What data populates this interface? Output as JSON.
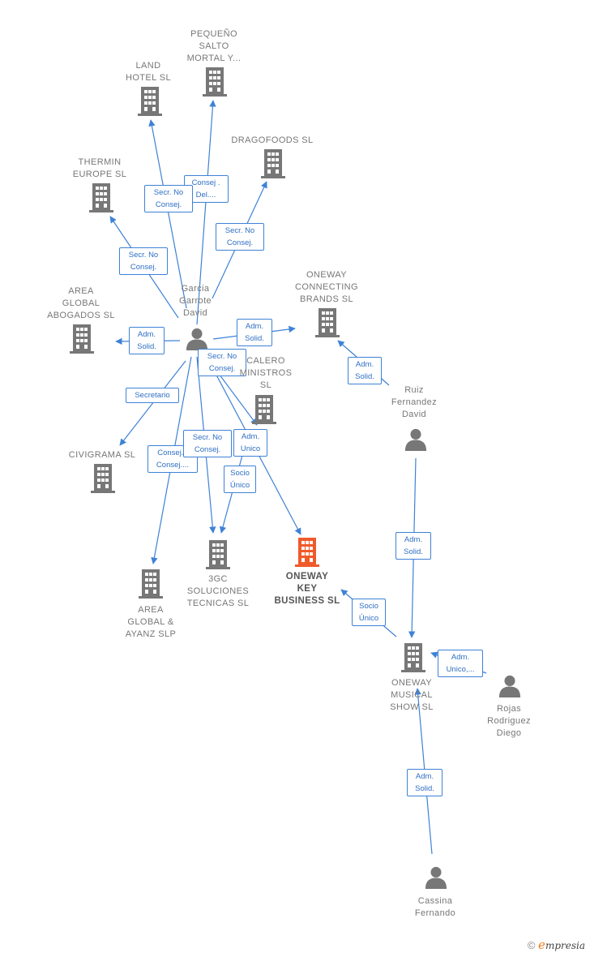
{
  "colors": {
    "company": "#777777",
    "focus_company": "#f05a2a",
    "person": "#777777",
    "edge": "#3e82d6",
    "label_text": "#2f6fc4"
  },
  "nodes": [
    {
      "id": "pequeno",
      "type": "company",
      "name": "PEQUEÑO\nSALTO\nMORTAL Y..."
    },
    {
      "id": "land",
      "type": "company",
      "name": "LAND\nHOTEL SL"
    },
    {
      "id": "dragofoods",
      "type": "company",
      "name": "DRAGOFOODS SL"
    },
    {
      "id": "thermin",
      "type": "company",
      "name": "THERMIN\nEUROPE  SL"
    },
    {
      "id": "area_abogados",
      "type": "company",
      "name": "AREA\nGLOBAL\nABOGADOS  SL"
    },
    {
      "id": "garcia",
      "type": "person",
      "name": "Garcia\nGarrote\nDavid"
    },
    {
      "id": "oneway_connecting",
      "type": "company",
      "name": "ONEWAY\nCONNECTING\nBRANDS  SL"
    },
    {
      "id": "calero",
      "type": "company",
      "name": "CALERO\nMINISTROS\nSL"
    },
    {
      "id": "ruiz",
      "type": "person",
      "name": "Ruiz\nFernandez\nDavid"
    },
    {
      "id": "civigrama",
      "type": "company",
      "name": "CIVIGRAMA  SL"
    },
    {
      "id": "3gc",
      "type": "company",
      "name": "3GC\nSOLUCIONES\nTECNICAS  SL"
    },
    {
      "id": "oneway_key",
      "type": "focus",
      "name": "ONEWAY\nKEY\nBUSINESS  SL"
    },
    {
      "id": "area_ayanz",
      "type": "company",
      "name": "AREA\nGLOBAL &\nAYANZ  SLP"
    },
    {
      "id": "oneway_musical",
      "type": "company",
      "name": "ONEWAY\nMUSICAL\nSHOW  SL"
    },
    {
      "id": "rojas",
      "type": "person",
      "name": "Rojas\nRodriguez\nDiego"
    },
    {
      "id": "cassina",
      "type": "person",
      "name": "Cassina\nFernando"
    }
  ],
  "edges": [
    {
      "from": "garcia",
      "to": "pequeno",
      "label": "Consej .\nDel...."
    },
    {
      "from": "garcia",
      "to": "land",
      "label": "Secr.  No\nConsej."
    },
    {
      "from": "garcia",
      "to": "dragofoods",
      "label": "Secr.  No\nConsej."
    },
    {
      "from": "garcia",
      "to": "thermin",
      "label": "Secr.  No\nConsej."
    },
    {
      "from": "garcia",
      "to": "area_abogados",
      "label": "Adm.\nSolid."
    },
    {
      "from": "garcia",
      "to": "oneway_connecting",
      "label": "Adm.\nSolid."
    },
    {
      "from": "garcia",
      "to": "calero",
      "label": "Secr.  No\nConsej."
    },
    {
      "from": "garcia",
      "to": "civigrama",
      "label": "Secretario"
    },
    {
      "from": "garcia",
      "to": "area_ayanz",
      "label": "Consej. .\nConsej...."
    },
    {
      "from": "garcia",
      "to": "3gc",
      "label": "Secr.  No\nConsej."
    },
    {
      "from": "garcia",
      "to": "oneway_key",
      "label": "Adm.\nUnico"
    },
    {
      "from": "calero",
      "to": "3gc",
      "label": "Socio\nÚnico"
    },
    {
      "from": "ruiz",
      "to": "oneway_connecting",
      "label": "Adm.\nSolid."
    },
    {
      "from": "ruiz",
      "to": "oneway_musical",
      "label": "Adm.\nSolid."
    },
    {
      "from": "oneway_musical",
      "to": "oneway_key",
      "label": "Socio\nÚnico"
    },
    {
      "from": "rojas",
      "to": "oneway_musical",
      "label": "Adm.\nUnico,..."
    },
    {
      "from": "cassina",
      "to": "oneway_musical",
      "label": "Adm.\nSolid."
    }
  ],
  "footer": {
    "copyright_symbol": "©",
    "brand_initial": "e",
    "brand_rest": "mpresia"
  }
}
